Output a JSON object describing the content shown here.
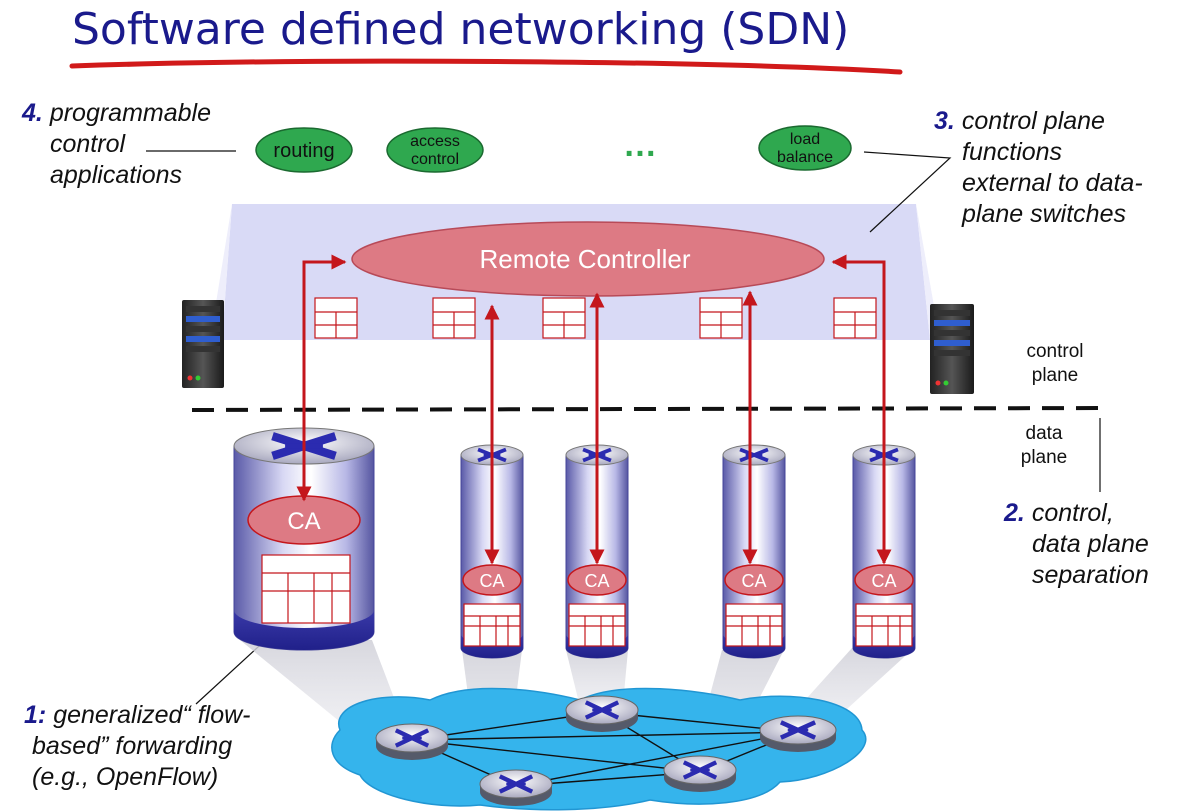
{
  "title": "Software defined networking (SDN)",
  "annotations": {
    "a4": {
      "num": "4.",
      "l1": "programmable",
      "l2": "control",
      "l3": "applications"
    },
    "a3": {
      "num": "3.",
      "l1": "control plane",
      "l2": "functions",
      "l3": "external to data-",
      "l4": "plane switches"
    },
    "a2": {
      "num": "2.",
      "l1": "control,",
      "l2": "data plane",
      "l3": "separation"
    },
    "a1": {
      "num": "1:",
      "l1": "generalized“ flow-",
      "l2": "based” forwarding",
      "l3": "(e.g., OpenFlow)"
    }
  },
  "apps": {
    "routing": "routing",
    "access_l1": "access",
    "access_l2": "control",
    "ellipsis": "…",
    "load_l1": "load",
    "load_l2": "balance"
  },
  "controller": "Remote Controller",
  "agent_label": "CA",
  "plane_labels": {
    "control_l1": "control",
    "control_l2": "plane",
    "data_l1": "data",
    "data_l2": "plane"
  },
  "colors": {
    "title": "#1a1a8c",
    "underline": "#d11a1a",
    "app_green": "#2fa84f",
    "controller_fill": "#dd7a84",
    "arrow_red": "#c4161c",
    "cloud_blue": "#35b4ec"
  }
}
